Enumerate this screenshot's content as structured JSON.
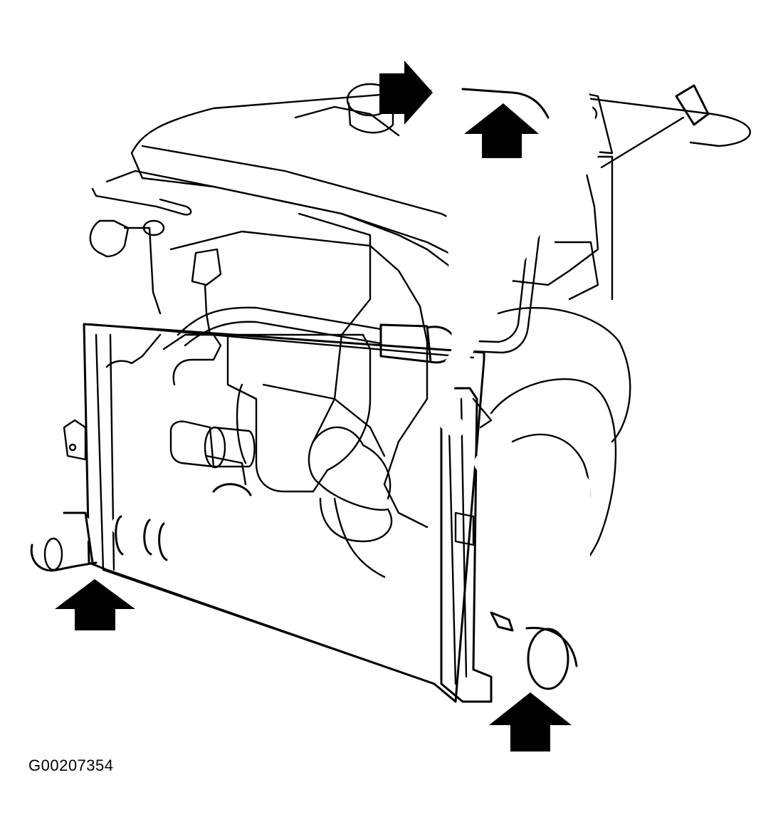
{
  "figure": {
    "id_label": "G00207354"
  },
  "callout_arrows": [
    {
      "name": "arrow-lower-radiator-hose",
      "direction": "up"
    },
    {
      "name": "arrow-upper-hose-top-left",
      "direction": "right"
    },
    {
      "name": "arrow-upper-hose-top",
      "direction": "up"
    },
    {
      "name": "arrow-intercooler-hose",
      "direction": "up"
    }
  ],
  "colors": {
    "line": "#000000",
    "background": "#ffffff"
  }
}
